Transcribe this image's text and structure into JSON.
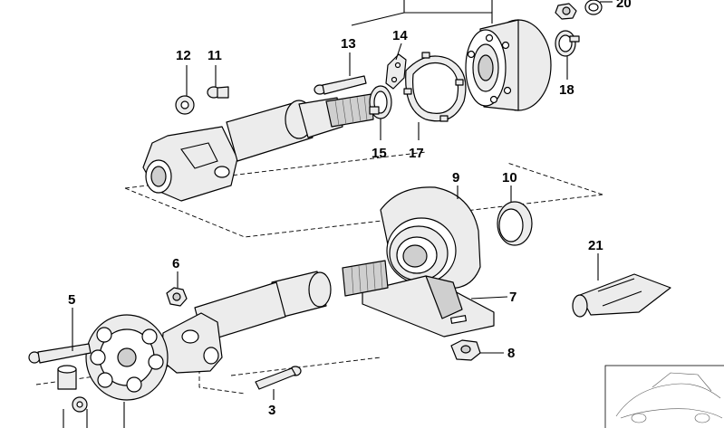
{
  "diagram": {
    "callouts": {
      "c3": "3",
      "c5": "5",
      "c6": "6",
      "c7": "7",
      "c8": "8",
      "c9": "9",
      "c10": "10",
      "c11": "11",
      "c12": "12",
      "c13": "13",
      "c14": "14",
      "c15": "15",
      "c17": "17",
      "c18": "18",
      "c20": "20",
      "c21": "21"
    }
  }
}
